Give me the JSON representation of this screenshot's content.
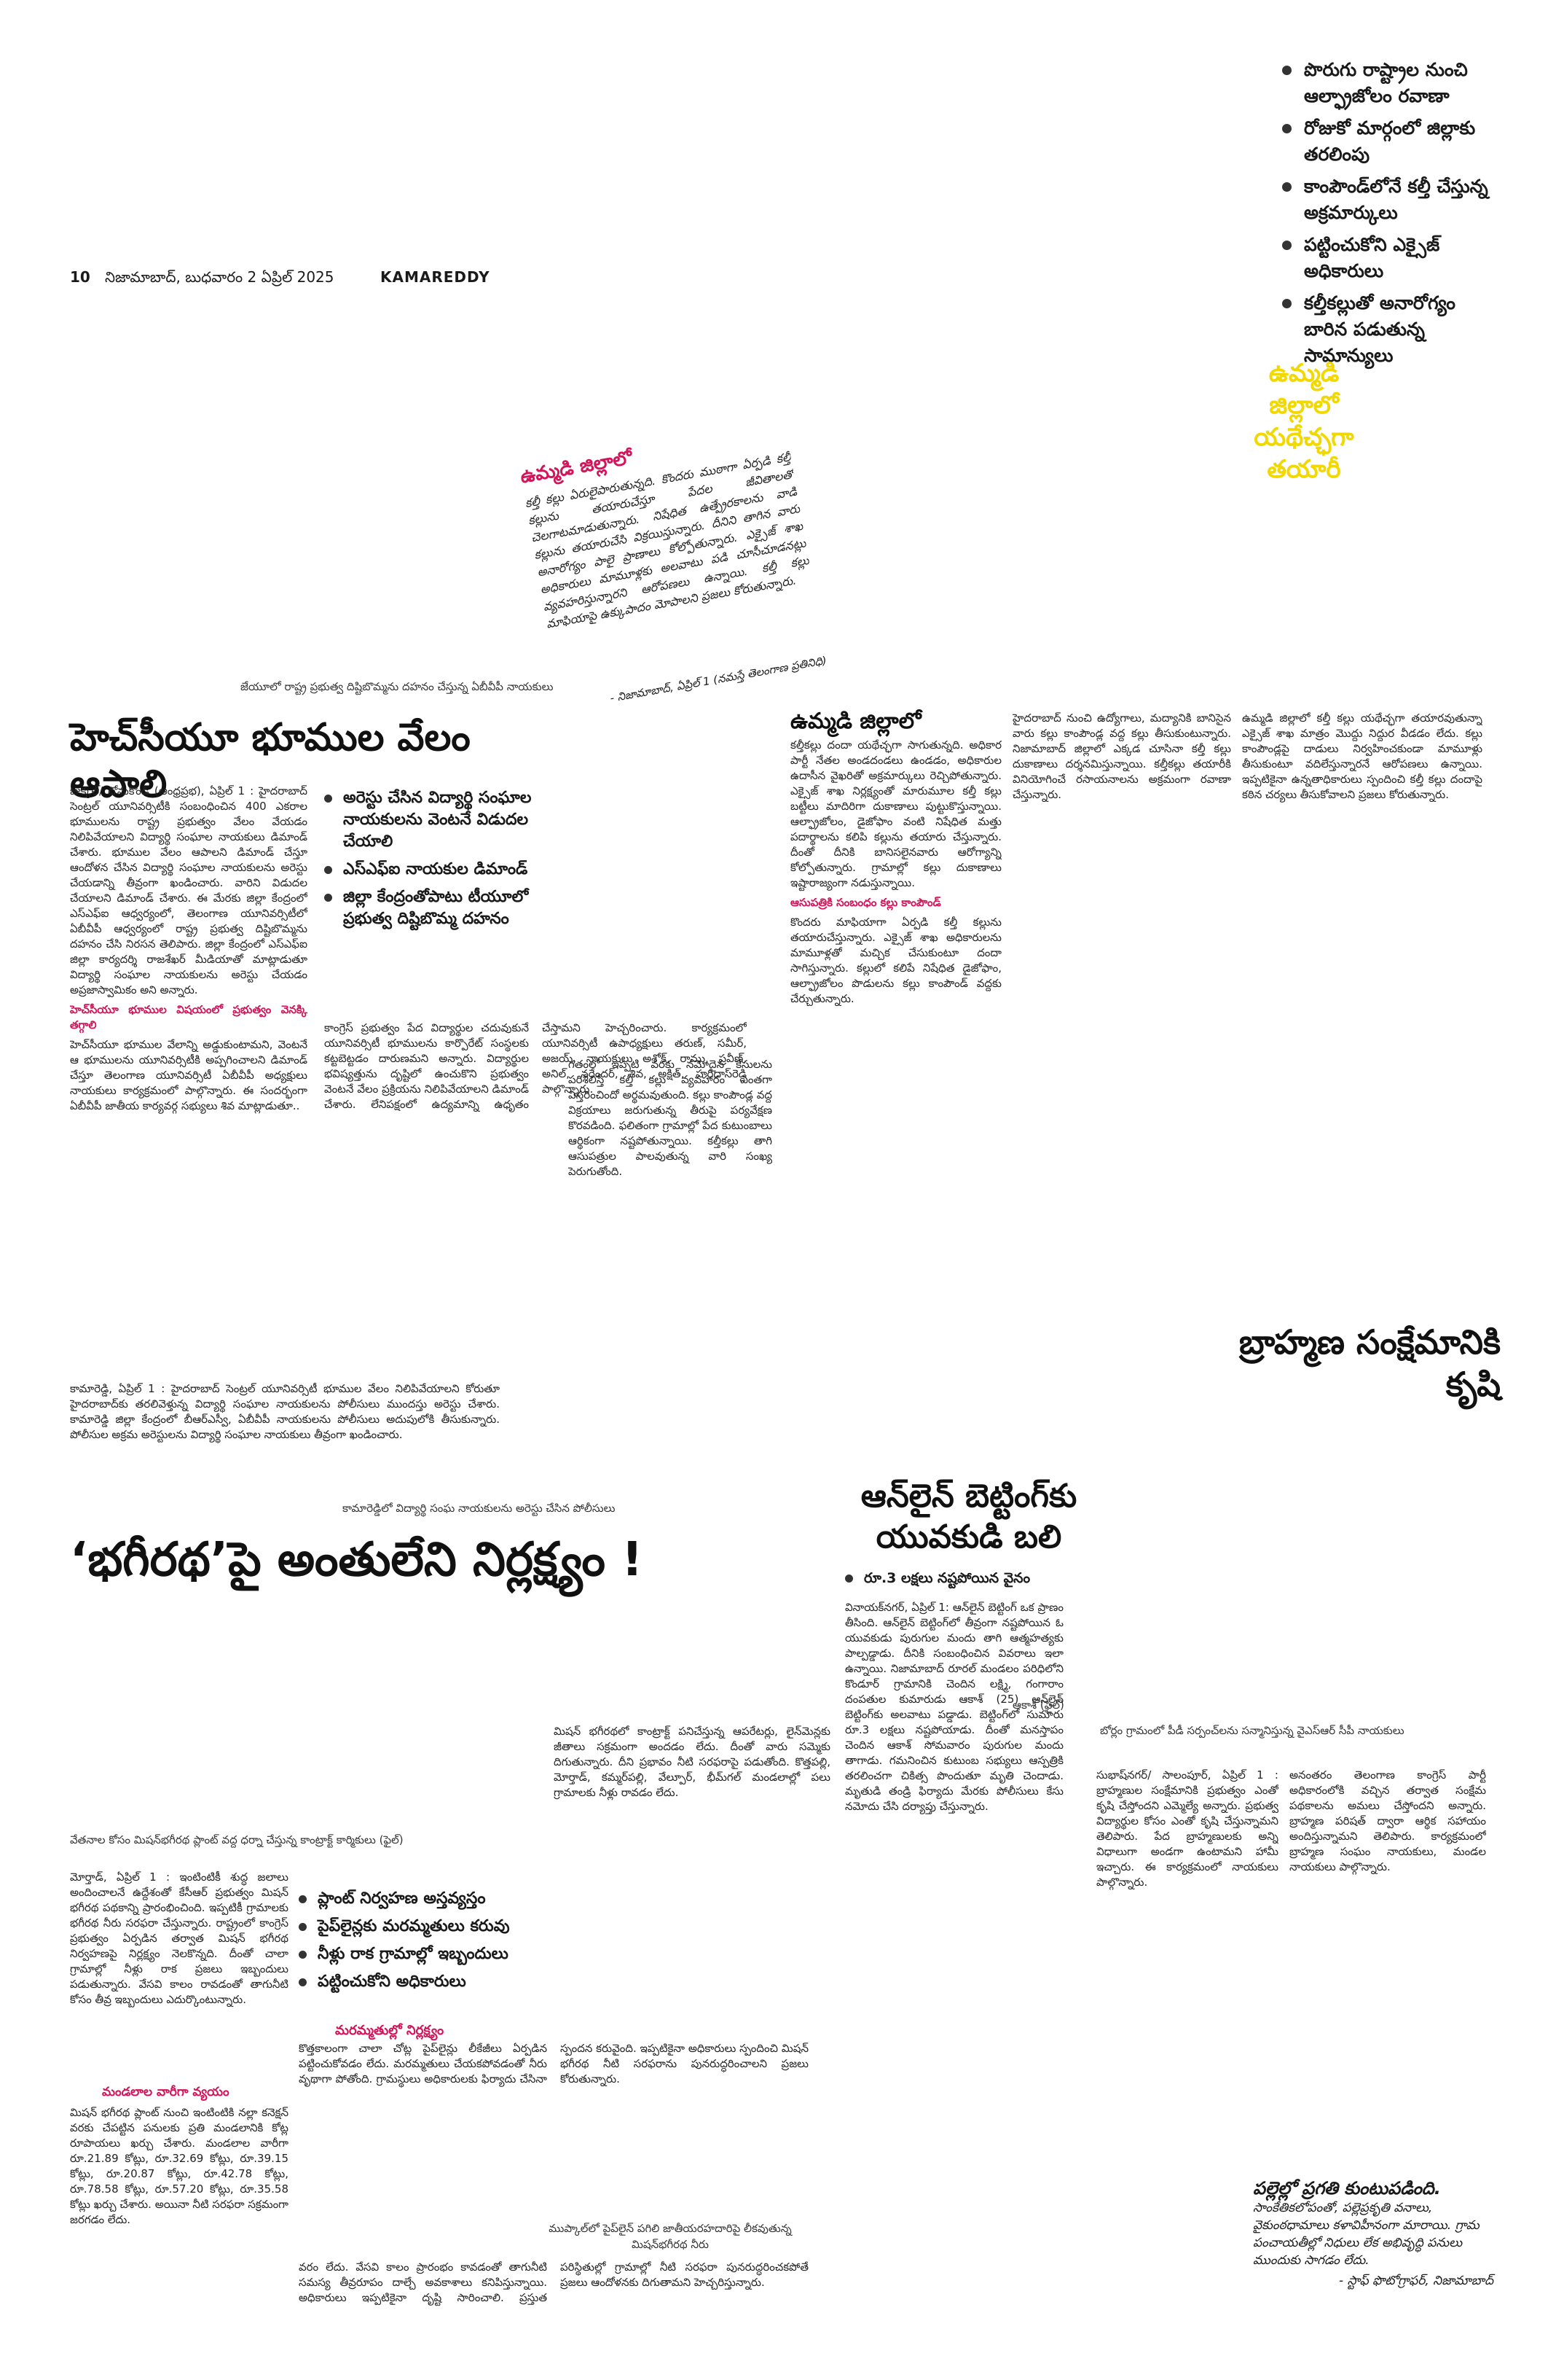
{
  "header": {
    "page_number": "10",
    "edition_date": "నిజామాబాద్, బుధవారం 2 ఏప్రిల్ 2025",
    "section": "KAMAREDDY"
  },
  "top_right_bullets": [
    "పొరుగు రాష్ట్రాల నుంచి ఆల్ఫ్రాజోలం రవాణా",
    "రోజుకో మార్గంలో జిల్లాకు తరలింపు",
    "కాంపౌండ్‌లోనే కల్తీ చేస్తున్న అక్రమార్కులు",
    "పట్టించుకోని ఎక్సైజ్ అధికారులు",
    "కల్తీకల్లుతో అనారోగ్యం బారిన పడుతున్న సామాన్యులు"
  ],
  "yellow_tag": "ఉమ్మడి జిల్లాలో యథేచ్ఛగా తయారీ",
  "hcu_story": {
    "kicker": "జేయూలో రాష్ట్ర ప్రభుత్వ దిష్టిబొమ్మను దహనం చేస్తున్న ఏబీవీపీ నాయకులు",
    "headline": "హెచ్‌సీయూ భూముల వేలం ఆపాలి",
    "body": "జుక్కల్/ దోమకొండ్ (ఆంధ్రప్రభ), ఏప్రిల్ 1 : హైదరాబాద్ సెంట్రల్ యూనివర్సిటీకి సంబంధించిన 400 ఎకరాల భూములను రాష్ట్ర ప్రభుత్వం వేలం వేయడం నిలిపివేయాలని విద్యార్థి సంఘాల నాయకులు డిమాండ్ చేశారు. భూముల వేలం ఆపాలని డిమాండ్ చేస్తూ ఆందోళన చేసిన విద్యార్థి సంఘాల నాయకులను అరెస్టు చేయడాన్ని తీవ్రంగా ఖండించారు. వారిని విడుదల చేయాలని డిమాండ్ చేశారు. ఈ మేరకు జిల్లా కేంద్రంలో ఎస్ఎఫ్ఐ ఆధ్వర్యంలో, తెలంగాణ యూనివర్సిటీలో ఏబీవీపీ ఆధ్వర్యంలో రాష్ట్ర ప్రభుత్వ దిష్టిబొమ్మను దహనం చేసి నిరసన తెలిపారు. జిల్లా కేంద్రంలో ఎస్ఎఫ్ఐ జిల్లా కార్యదర్శి రాజశేఖర్ మీడియాతో మాట్లాడుతూ విద్యార్థి సంఘాల నాయకులను అరెస్టు చేయడం అప్రజాస్వామికం అని అన్నారు.",
    "subhead": "హెచ్‌సీయూ భూముల విషయంలో ప్రభుత్వం వెనక్కి తగ్గాలి",
    "body2": "హెచ్‌సీయూ భూముల వేలాన్ని అడ్డుకుంటామని, వెంటనే ఆ భూములను యూనివర్సిటీకి అప్పగించాలని డిమాండ్ చేస్తూ తెలంగాణ యూనివర్సిటీ ఏబీవీపీ అధ్యక్షులు నాయకులు కార్యక్రమంలో పాల్గొన్నారు. ఈ సందర్భంగా ఏబీవీపీ జాతీయ కార్యవర్గ సభ్యులు శివ మాట్లాడుతూ..",
    "bullets": [
      "అరెస్టు చేసిన విద్యార్థి సంఘాల నాయకులను వెంటనే విడుదల చేయాలి",
      "ఎస్ఎఫ్ఐ నాయకుల డిమాండ్",
      "జిల్లా కేంద్రంతోపాటు టీయూలో ప్రభుత్వ దిష్టిబొమ్మ దహనం"
    ],
    "body3": "కాంగ్రెస్ ప్రభుత్వం పేద విద్యార్థుల చదువుకునే యూనివర్సిటీ భూములను కార్పొరేట్ సంస్థలకు కట్టబెట్టడం దారుణమని అన్నారు. విద్యార్థుల భవిష్యత్తును దృష్టిలో ఉంచుకొని ప్రభుత్వం వెంటనే వేలం ప్రక్రియను నిలిపివేయాలని డిమాండ్ చేశారు. లేనిపక్షంలో ఉద్యమాన్ని ఉధృతం చేస్తామని హెచ్చరించారు. కార్యక్రమంలో యూనివర్సిటీ ఉపాధ్యక్షులు తరుణ్, సమీర్, అజయ్, నాయకులు అశోక్, రాము, ప్రవీణ్, అనిల్, నరేందర్, శివ, అక్షిత్, హరిదాస్‌రెడ్డి పాల్గొన్నారు."
  },
  "ummadi_story": {
    "kicker": "ఉమ్మడి జిల్లాలో",
    "rotated_body": "కల్తీ కల్లు ఏరులైపారుతున్నది. కొందరు ముఠాగా ఏర్పడి కల్తీ కల్లును తయారుచేస్తూ పేదల జీవితాలతో చెలగాటమాడుతున్నారు. నిషేధిత ఉత్ప్రేరకాలను వాడి కల్లును తయారుచేసి విక్రయిస్తున్నారు. దీనిని తాగిన వారు అనారోగ్యం పాలై ప్రాణాలు కోల్పోతున్నారు. ఎక్సైజ్ శాఖ అధికారులు మామూళ్లకు అలవాటు పడి చూసీచూడనట్లు వ్యవహరిస్తున్నారని ఆరోపణలు ఉన్నాయి. కల్తీ కల్లు మాఫియాపై ఉక్కుపాదం మోపాలని ప్రజలు కోరుతున్నారు.",
    "byline": "- నిజామాబాద్, ఏప్రిల్ 1 (నమస్తే తెలంగాణ ప్రతినిధి)",
    "col1": "కల్తీకల్లు దందా యథేచ్ఛగా సాగుతున్నది. అధికార పార్టీ నేతల అండదండలు ఉండడం, అధికారుల ఉదాసీన వైఖరితో అక్రమార్కులు రెచ్చిపోతున్నారు. ఎక్సైజ్ శాఖ నిర్లక్ష్యంతో మారుమూల కల్తీ కల్లు బట్టీలు మాదిరిగా దుకాణాలు పుట్టుకొస్తున్నాయి. ఆల్ఫ్రాజోలం, డైజోఫాం వంటి నిషేధిత మత్తు పదార్థాలను కలిపి కల్లును తయారు చేస్తున్నారు. దీంతో దీనికి బానిసలైనవారు ఆరోగ్యాన్ని కోల్పోతున్నారు. గ్రామాల్లో కల్లు దుకాణాలు ఇష్టారాజ్యంగా నడుస్తున్నాయి.",
    "col1_subhead": "ఆసుపత్రికి సంబంధం కల్లు కాంపౌండ్",
    "col1b": "కొందరు మాఫియాగా ఏర్పడి కల్తీ కల్లును తయారుచేస్తున్నారు. ఎక్సైజ్ శాఖ అధికారులను మామూళ్లతో మచ్చిక చేసుకుంటూ దందా సాగిస్తున్నారు. కల్లులో కలిపే నిషేధిత డైజోఫాం, ఆల్ఫ్రాజోలం పొడులను కల్లు కాంపౌండ్ వద్దకు చేర్చుతున్నారు.",
    "col2": "గతంలో ఇప్పటి వరకు నమోదైన కేసులను పరిశీలిస్తే కల్తీ కల్లు వ్యవహారం ఎంతగా విస్తరించిందో అర్థమవుతుంది. కల్లు కాంపౌండ్ల వద్ద విక్రయాలు జరుగుతున్న తీరుపై పర్యవేక్షణ కొరవడింది. ఫలితంగా గ్రామాల్లో పేద కుటుంబాలు ఆర్థికంగా నష్టపోతున్నాయి. కల్తీకల్లు తాగి ఆసుపత్రుల పాలవుతున్న వారి సంఖ్య పెరుగుతోంది.",
    "col3": "హైదరాబాద్ నుంచి ఉద్యోగాలు, మద్యానికి బానిసైన వారు కల్లు కాంపౌండ్ల వద్ద కల్లు తీసుకుంటున్నారు. నిజామాబాద్ జిల్లాలో ఎక్కడ చూసినా కల్తీ కల్లు దుకాణాలు దర్శనమిస్తున్నాయి. కల్తీకల్లు తయారీకి వినియోగించే రసాయనాలను అక్రమంగా రవాణా చేస్తున్నారు.",
    "col4": "ఉమ్మడి జిల్లాలో కల్తీ కల్లు యథేచ్ఛగా తయారవుతున్నా ఎక్సైజ్ శాఖ మాత్రం మొద్దు నిద్దుర వీడడం లేదు. కల్లు కాంపౌండ్లపై దాడులు నిర్వహించకుండా మామూళ్లు తీసుకుంటూ వదిలేస్తున్నారనే ఆరోపణలు ఉన్నాయి. ఇప్పటికైనా ఉన్నతాధికారులు స్పందించి కల్తీ కల్లు దందాపై కఠిన చర్యలు తీసుకోవాలని ప్రజలు కోరుతున్నారు."
  },
  "brahmin_story": {
    "headline": "బ్రాహ్మణ సంక్షేమానికి కృషి",
    "caption": "బోర్లం గ్రామంలో పీడీ సర్పంచ్‌లను సన్మానిస్తున్న వైఎస్ఆర్ సీపీ నాయకులు",
    "body": "సుభాష్‌నగర్/ సాలంపూర్, ఏప్రిల్ 1 : బ్రాహ్మణుల సంక్షేమానికి ప్రభుత్వం ఎంతో కృషి చేస్తోందని ఎమ్మెల్యే అన్నారు. ప్రభుత్వ విద్యార్థుల కోసం ఎంతో కృషి చేస్తున్నామని తెలిపారు. పేద బ్రాహ్మణులకు అన్ని విధాలుగా అండగా ఉంటామని హామీ ఇచ్చారు. ఈ కార్యక్రమంలో నాయకులు పాల్గొన్నారు.",
    "body2": "అనంతరం తెలంగాణ కాంగ్రెస్ పార్టీ అధికారంలోకి వచ్చిన తర్వాత సంక్షేమ పథకాలను అమలు చేస్తోందని అన్నారు. బ్రాహ్మణ పరిషత్ ద్వారా ఆర్థిక సహాయం అందిస్తున్నామని తెలిపారు. కార్యక్రమంలో బ్రాహ్మణ సంఘం నాయకులు, మండల నాయకులు పాల్గొన్నారు."
  },
  "arrest_story": {
    "caption": "కామారెడ్డిలో విద్యార్థి సంఘ నాయకులను అరెస్టు చేసిన పోలీసులు",
    "body": "కామారెడ్డి, ఏప్రిల్ 1 : హైదరాబాద్ సెంట్రల్ యూనివర్సిటీ భూముల వేలం నిలిపివేయాలని కోరుతూ హైదరాబాద్‌కు తరలివెళ్తున్న విద్యార్థి సంఘాల నాయకులను పోలీసులు ముందస్తు అరెస్టు చేశారు. కామారెడ్డి జిల్లా కేంద్రంలో బీఆర్ఎస్వీ, ఏబీవీపీ నాయకులను పోలీసులు అదుపులోకి తీసుకున్నారు. పోలీసుల అక్రమ అరెస్టులను విద్యార్థి సంఘాల నాయకులు తీవ్రంగా ఖండించారు."
  },
  "bhagiratha_story": {
    "headline": "‘భగీరథ’పై అంతులేని నిర్లక్ష్యం !",
    "caption": "వేతనాల కోసం మిషన్‌భగీరథ ప్లాంట్ వద్ద ధర్నా చేస్తున్న కాంట్రాక్ట్ కార్మికులు (ఫైల్)",
    "bullets": [
      "ప్లాంట్ నిర్వహణ అస్తవ్యస్తం",
      "పైప్‌లైన్లకు మరమ్మతులు కరువు",
      "నీళ్లు రాక గ్రామాల్లో ఇబ్బందులు",
      "పట్టించుకోని అధికారులు"
    ],
    "subhead_pink": "మరమ్మతుల్లో నిర్లక్ష్యం",
    "subhead_pink2": "మండలాల వారీగా వ్యయం",
    "body1": "మోర్తాడ్, ఏప్రిల్ 1 : ఇంటింటికీ శుద్ధ జలాలు అందించాలనే ఉద్దేశంతో కేసీఆర్ ప్రభుత్వం మిషన్ భగీరథ పథకాన్ని ప్రారంభించింది. ఇప్పటికీ గ్రామాలకు భగీరథ నీరు సరఫరా చేస్తున్నారు. రాష్ట్రంలో కాంగ్రెస్ ప్రభుత్వం ఏర్పడిన తర్వాత మిషన్ భగీరథ నిర్వహణపై నిర్లక్ష్యం నెలకొన్నది. దీంతో చాలా గ్రామాల్లో నీళ్లు రాక ప్రజలు ఇబ్బందులు పడుతున్నారు. వేసవి కాలం రావడంతో తాగునీటి కోసం తీవ్ర ఇబ్బందులు ఎదుర్కొంటున్నారు.",
    "body2": "మిషన్ భగీరథ ప్లాంట్ నుంచి ఇంటింటికి నల్లా కనెక్షన్ వరకు చేపట్టిన పనులకు ప్రతి మండలానికి కోట్ల రూపాయలు ఖర్చు చేశారు. మండలాల వారీగా రూ.21.89 కోట్లు, రూ.32.69 కోట్లు, రూ.39.15 కోట్లు, రూ.20.87 కోట్లు, రూ.42.78 కోట్లు, రూ.78.58 కోట్లు, రూ.57.20 కోట్లు, రూ.35.58 కోట్లు ఖర్చు చేశారు. అయినా నీటి సరఫరా సక్రమంగా జరగడం లేదు.",
    "body3": "మిషన్ భగీరథలో కాంట్రాక్ట్ పనిచేస్తున్న ఆపరేటర్లు, లైన్‌మెన్లకు జీతాలు సక్రమంగా అందడం లేదు. దీంతో వారు సమ్మెకు దిగుతున్నారు. దీని ప్రభావం నీటి సరఫరాపై పడుతోంది. కొత్తపల్లి, మోర్తాడ్, కమ్మర్‌పల్లి, వేల్పూర్, భీమ్‌గల్ మండలాల్లో పలు గ్రామాలకు నీళ్లు రావడం లేదు.",
    "body4": "కొత్తకాలంగా చాలా చోట్ల పైప్‌లైన్లు లీకేజీలు ఏర్పడిన పట్టించుకోవడం లేదు. మరమ్మతులు చేయకపోవడంతో నీరు వృథాగా పోతోంది. గ్రామస్థులు అధికారులకు ఫిర్యాదు చేసినా స్పందన కరువైంది. ఇప్పటికైనా అధికారులు స్పందించి మిషన్ భగీరథ నీటి సరఫరాను పునరుద్ధరించాలని ప్రజలు కోరుతున్నారు.",
    "caption2": "ముప్కాల్‌లో పైప్‌లైన్ పగిలి జాతీయరహదారిపై లీకవుతున్న మిషన్‌భగీరథ నీరు",
    "body5": "వరం లేదు. వేసవి కాలం ప్రారంభం కావడంతో తాగునీటి సమస్య తీవ్రరూపం దాల్చే అవకాశాలు కనిపిస్తున్నాయి. అధికారులు ఇప్పటికైనా దృష్టి సారించాలి. ప్రస్తుత పరిస్థితుల్లో గ్రామాల్లో నీటి సరఫరా పునరుద్ధరించకపోతే ప్రజలు ఆందోళనకు దిగుతామని హెచ్చరిస్తున్నారు."
  },
  "betting_story": {
    "headline": "ఆన్‌లైన్ బెట్టింగ్‌కు యువకుడి బలి",
    "bullet": "రూ.3 లక్షలు నష్టపోయిన వైనం",
    "photo_caption": "ఆకాశ్ (ఫైల్)",
    "body": "వినాయక్‌నగర్, ఏప్రిల్ 1: ఆన్‌లైన్ బెట్టింగ్ ఒక ప్రాణం తీసింది. ఆన్‌లైన్ బెట్టింగ్‌లో తీవ్రంగా నష్టపోయిన ఓ యువకుడు పురుగుల మందు తాగి ఆత్మహత్యకు పాల్పడ్డాడు. దీనికి సంబంధించిన వివరాలు ఇలా ఉన్నాయి. నిజామాబాద్ రూరల్ మండలం పరిధిలోని కొండూర్ గ్రామానికి చెందిన లక్ష్మి, గంగారాం దంపతుల కుమారుడు ఆకాశ్ (25) ఆన్‌లైన్ బెట్టింగ్‌కు అలవాటు పడ్డాడు. బెట్టింగ్‌లో సుమారు రూ.3 లక్షలు నష్టపోయాడు. దీంతో మనస్తాపం చెందిన ఆకాశ్ సోమవారం పురుగుల మందు తాగాడు. గమనించిన కుటుంబ సభ్యులు ఆస్పత్రికి తరలించగా చికిత్స పొందుతూ మృతి చెందాడు. మృతుడి తండ్రి ఫిర్యాదు మేరకు పోలీసులు కేసు నమోదు చేసి దర్యాప్తు చేస్తున్నారు."
  },
  "bottom_right": {
    "headline": "పల్లెల్లో ప్రగతి కుంటుపడింది.",
    "body": "సాంకేతికలోపంతో, పల్లెప్రకృతి వనాలు, వైకుంఠధామాలు కళావిహీనంగా మారాయి. గ్రామ పంచాయతీల్లో నిధులు లేక అభివృద్ధి పనులు ముందుకు సాగడం లేదు.",
    "byline": "- స్టాఫ్ ఫొటోగ్రాఫర్, నిజామాబాద్"
  },
  "colors": {
    "pink_accent": "#d2145a",
    "yellow_accent": "#f0d800",
    "text": "#1a1a1a"
  }
}
